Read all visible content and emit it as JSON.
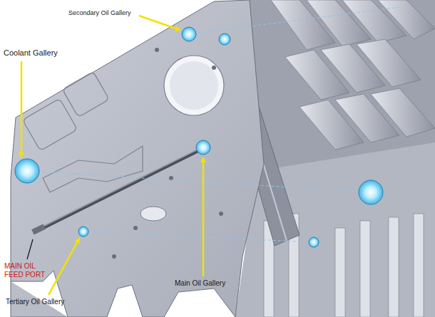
{
  "diagram": {
    "labels": [
      "Secondary Oil Gallery",
      "Coolant Gallery",
      "MAIN OIL FEED PORT",
      "Tertiary Oil Gallery",
      "Main Oil Gallery"
    ]
  }
}
